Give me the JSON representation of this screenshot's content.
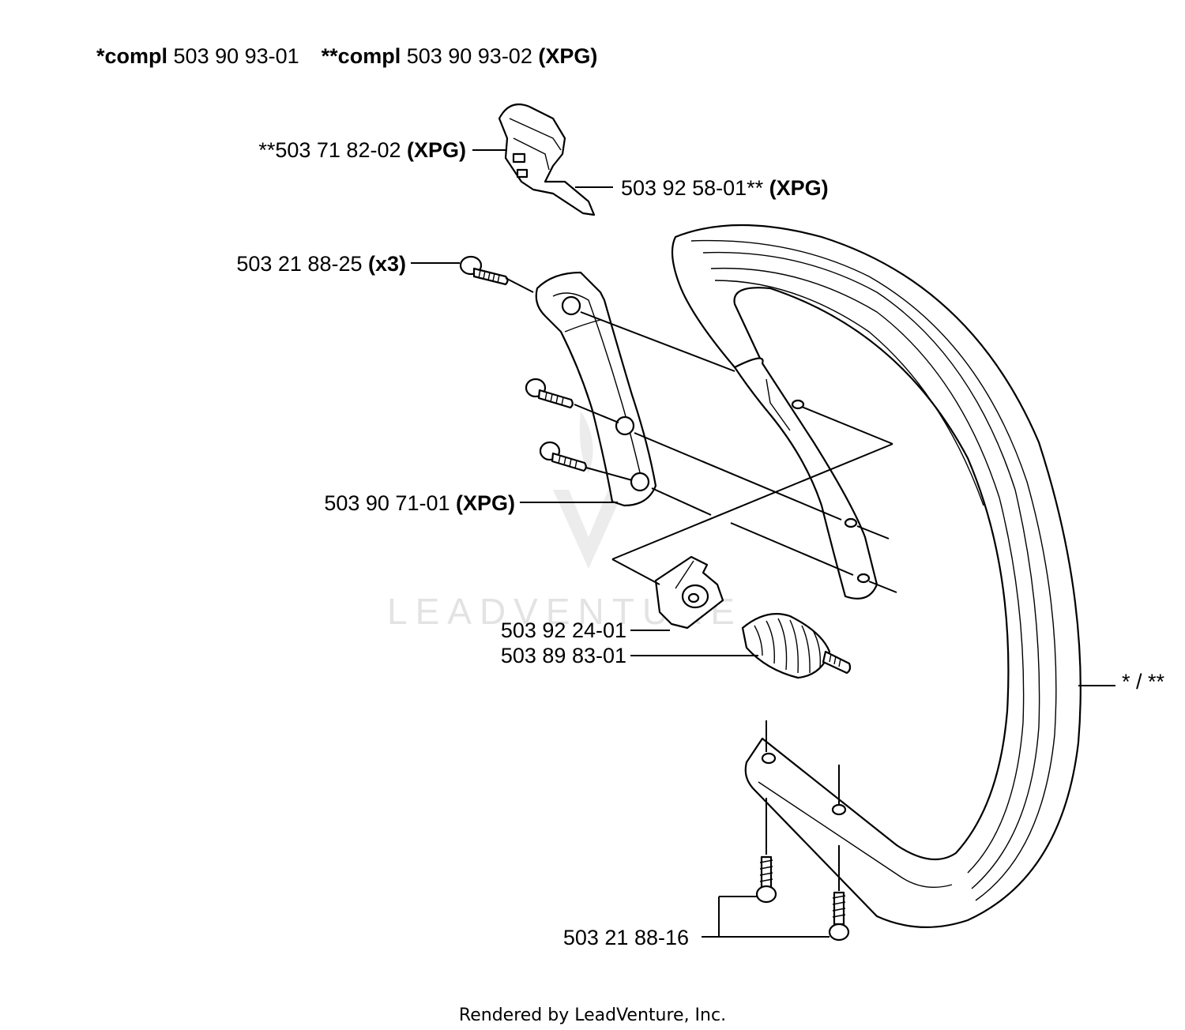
{
  "header": {
    "compl1_prefix": "*compl",
    "compl1_number": " 503 90 93-01",
    "compl2_prefix": "**compl",
    "compl2_number": " 503 90 93-02 ",
    "compl2_suffix": "(XPG)"
  },
  "callouts": {
    "switch_number": "**503 71 82-02 ",
    "switch_suffix": "(XPG)",
    "lever_number": "503 92 58-01** ",
    "lever_suffix": "(XPG)",
    "screw_number": "503 21 88-25 ",
    "screw_suffix": "(x3)",
    "bracket_number": "503 90 71-01 ",
    "bracket_suffix": "(XPG)",
    "holder_number": "503 92 24-01",
    "spring_number": "503 89 83-01",
    "handle_ref": "* / **",
    "bottom_screws_number": "503 21 88-16"
  },
  "watermark": {
    "text": "LEADVENTURE"
  },
  "footer": {
    "text": "Rendered by LeadVenture, Inc."
  }
}
